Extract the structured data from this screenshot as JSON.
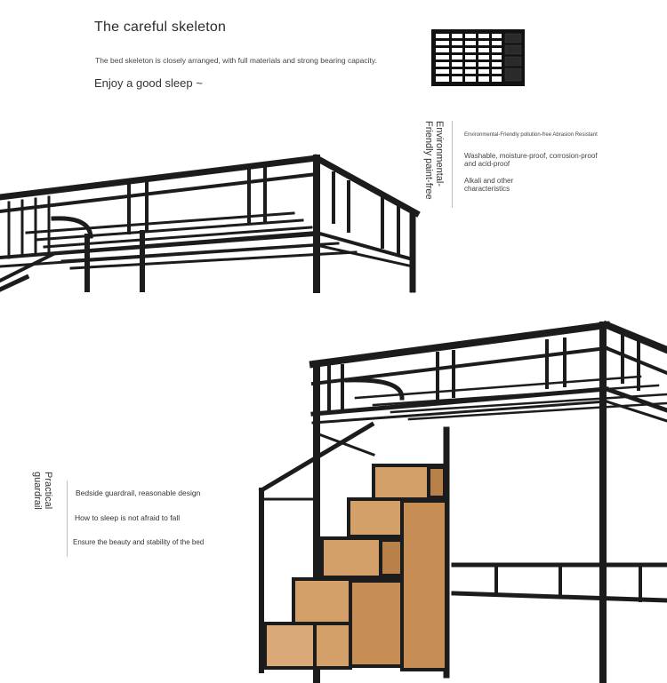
{
  "top": {
    "title": "The careful skeleton",
    "subtitle": "The bed skeleton is closely arranged, with full materials and strong bearing capacity.",
    "tagline": "Enjoy a good sleep ~"
  },
  "features": {
    "heading": "Environmental-Friendly paint-free",
    "items": [
      "Environmental-Friendly pollution-free Abrasion Resistant",
      "Washable, moisture-proof, corrosion-proof and acid-proof",
      "Alkali and other characteristics"
    ]
  },
  "guardrail": {
    "heading": "Practical guardrail",
    "items": [
      "Bedside guardrail, reasonable design",
      "How to sleep is not afraid to fall",
      "Ensure the beauty and stability of the bed"
    ]
  },
  "colors": {
    "frame": "#1c1c1c",
    "wood": "#d4a06a",
    "wood_dark": "#b9814a",
    "divider": "#bfbfbf"
  }
}
